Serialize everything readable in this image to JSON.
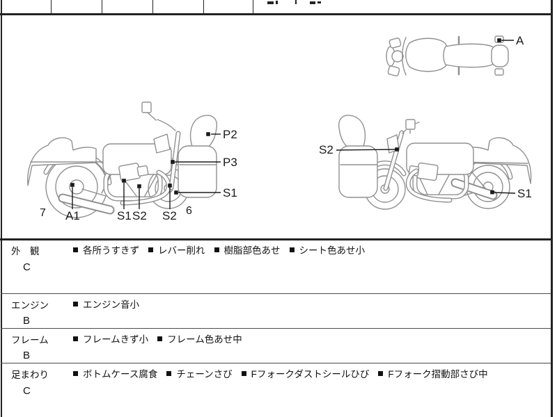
{
  "colors": {
    "background": "#ffffff",
    "table_border": "#222222",
    "row_separator": "#4a4a4a",
    "sketch_line": "#909090",
    "annotation": "#1a1a1a"
  },
  "bullet_icon": "■",
  "diagram": {
    "top_view": {
      "a": "A"
    },
    "left_view": {
      "p2": "P2",
      "p3": "P3",
      "s1_front_wheel": "S1",
      "num_rear": "7",
      "a1": "A1",
      "s1_engine": "S1",
      "s2_under": "S2",
      "s2_fork": "S2",
      "num_front": "6"
    },
    "right_view": {
      "s2": "S2",
      "s1": "S1"
    }
  },
  "inspection": {
    "rows": [
      {
        "category": "外　観",
        "grade": "C",
        "items": [
          "各所うすきず",
          "レバー削れ",
          "樹脂部色あせ",
          "シート色あせ小"
        ]
      },
      {
        "category": "エンジン",
        "grade": "B",
        "items": [
          "エンジン音小"
        ]
      },
      {
        "category": "フレーム",
        "grade": "B",
        "items": [
          "フレームきず小",
          "フレーム色あせ中"
        ]
      },
      {
        "category": "足まわり",
        "grade": "C",
        "items": [
          "ボトムケース腐食",
          "チェーンさび",
          "Fフォークダストシールひび",
          "Fフォーク摺動部さび中"
        ]
      }
    ]
  }
}
